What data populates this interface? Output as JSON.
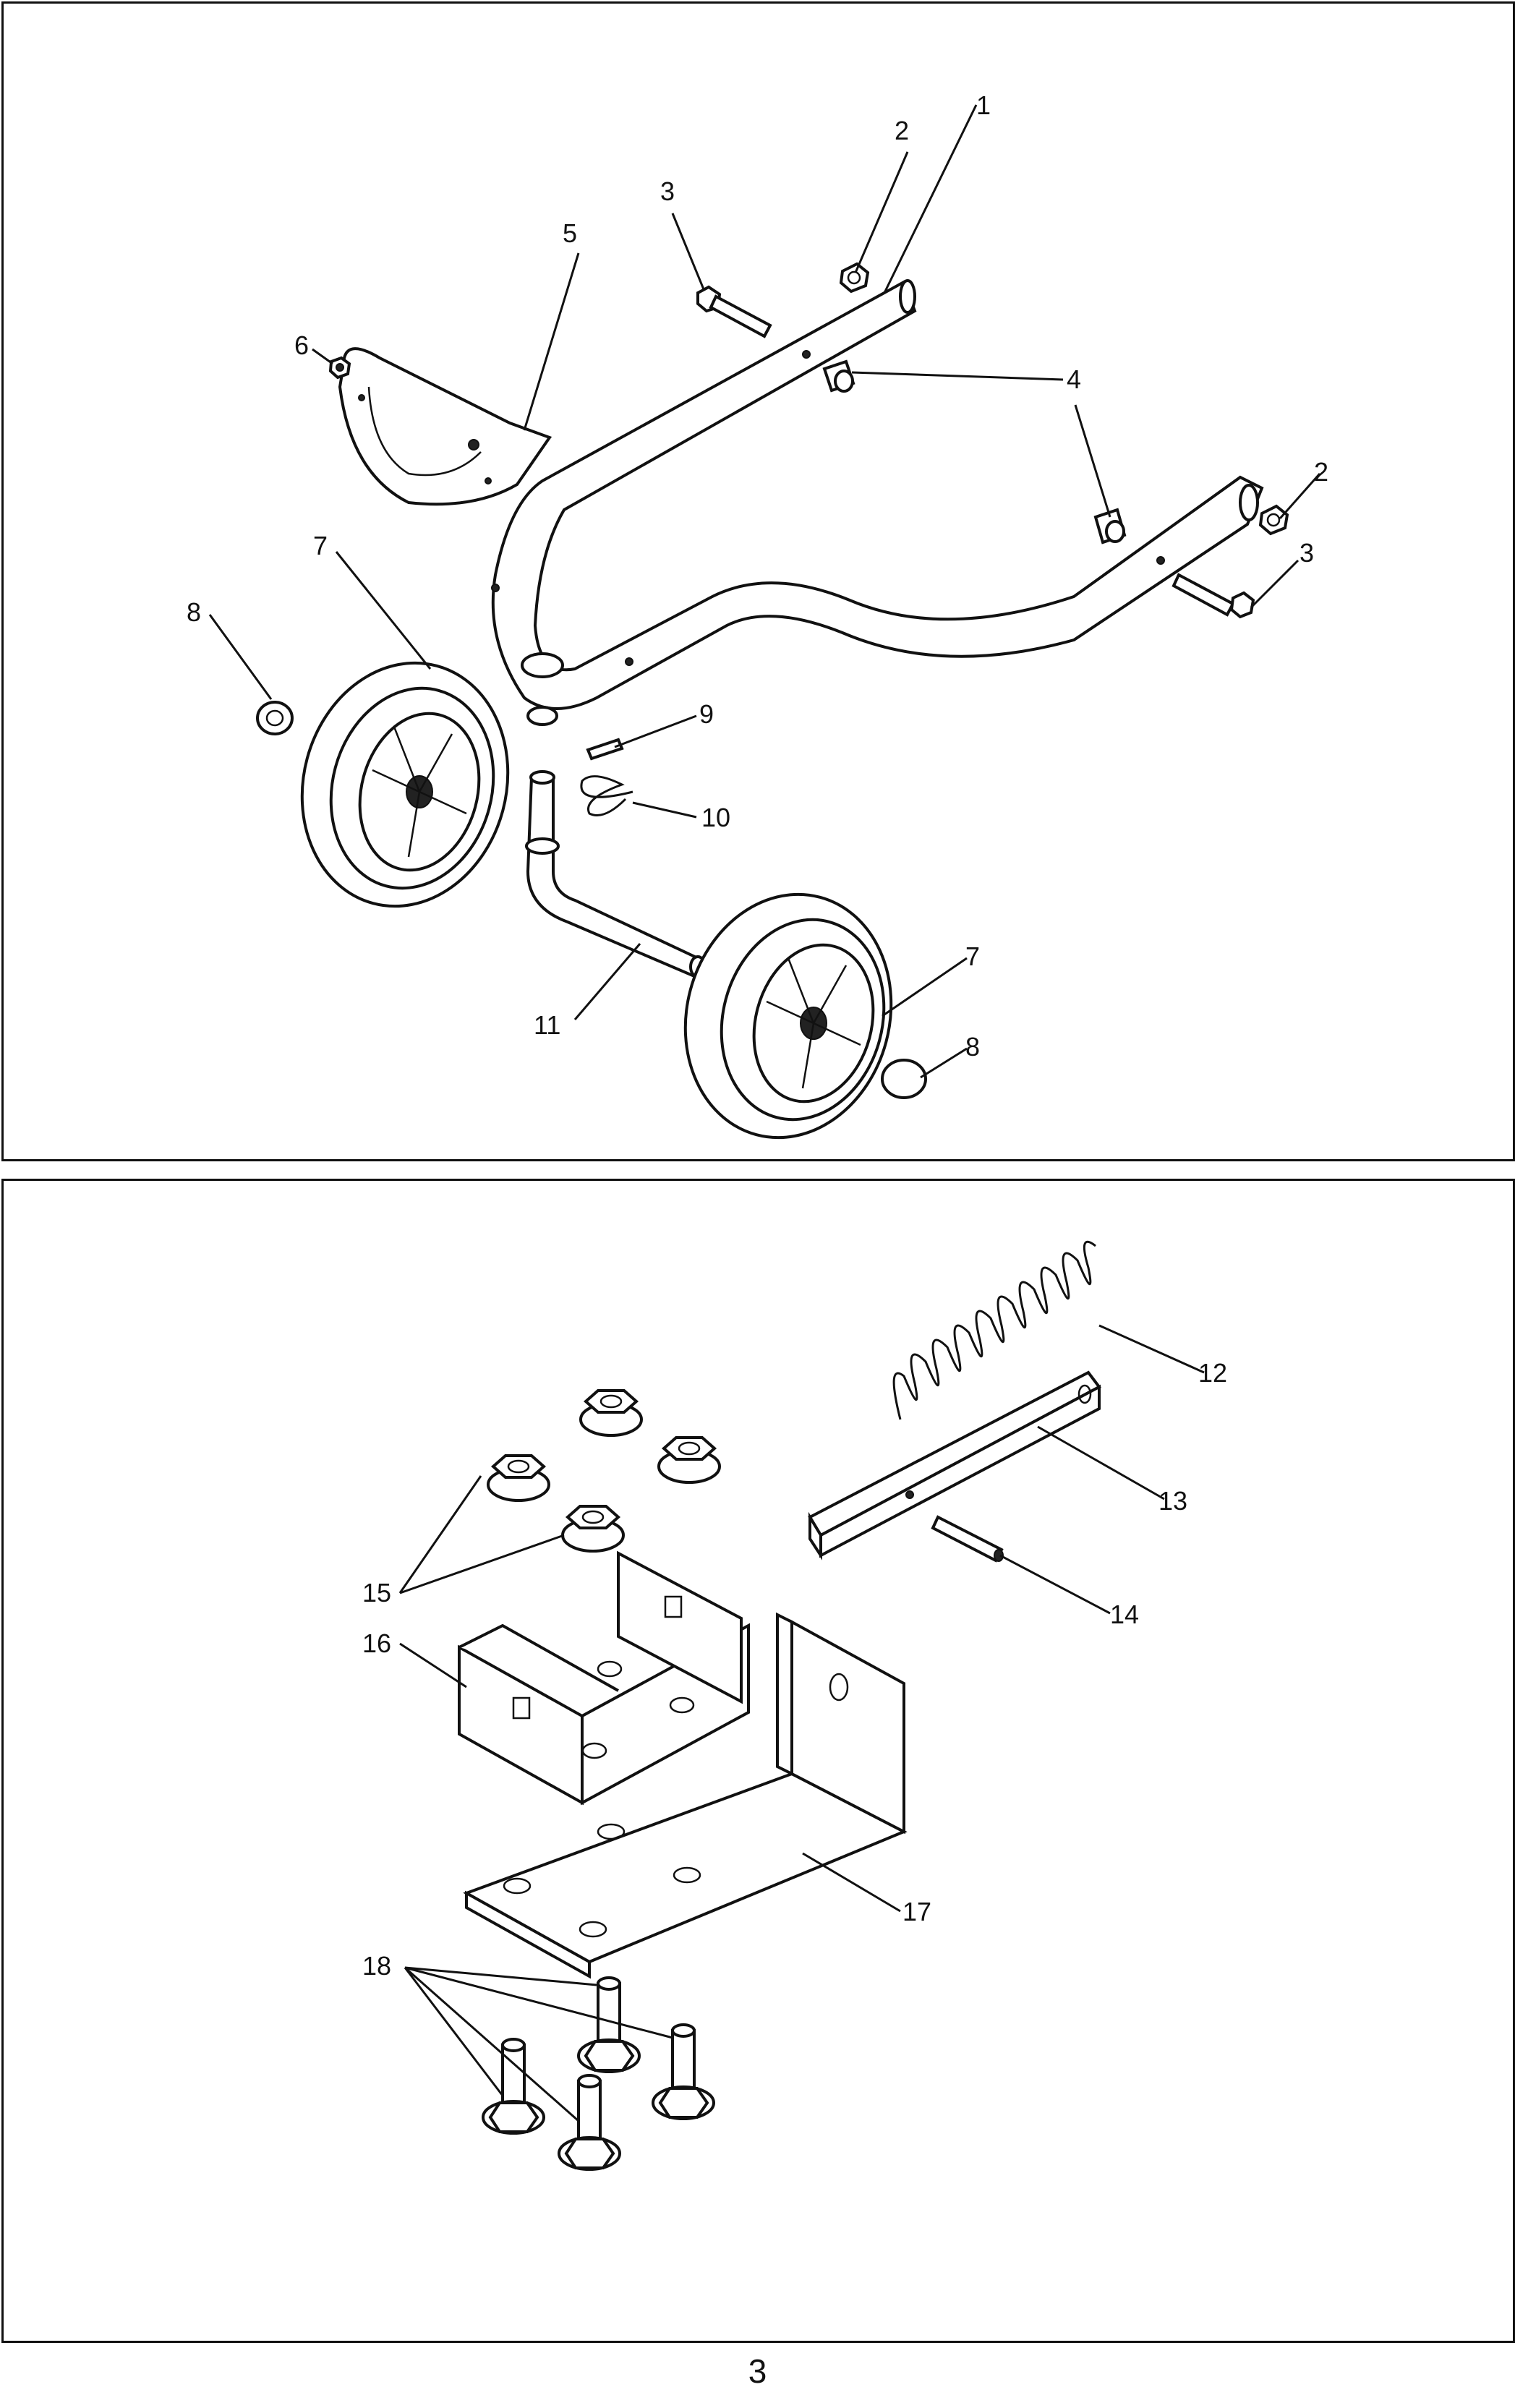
{
  "top_diagram": {
    "callouts": [
      "1",
      "2",
      "3",
      "5",
      "6",
      "4",
      "2",
      "3",
      "7",
      "8",
      "9",
      "10",
      "11",
      "7",
      "8"
    ]
  },
  "bottom_diagram": {
    "callouts": [
      "12",
      "13",
      "14",
      "15",
      "16",
      "17",
      "18"
    ]
  },
  "page_number": "3"
}
